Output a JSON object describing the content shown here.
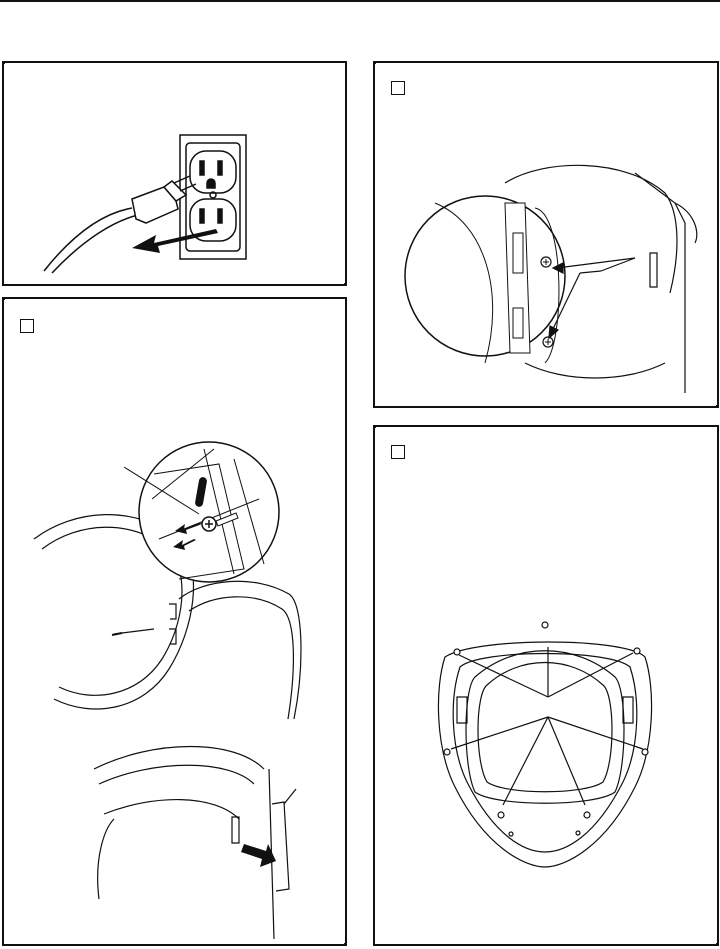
{
  "page": {
    "panels": [
      {
        "id": "unplug-power",
        "has_checkbox": false
      },
      {
        "id": "remove-door-screw",
        "has_checkbox": true,
        "checked": false
      },
      {
        "id": "remove-hinge-screws",
        "has_checkbox": true,
        "checked": false
      },
      {
        "id": "remove-door-liner-screws",
        "has_checkbox": true,
        "checked": false
      }
    ]
  },
  "colors": {
    "line": "#111111",
    "background": "#ffffff",
    "arrow": "#111111"
  },
  "icons": {
    "panel_1": [
      "wall-outlet-illustration",
      "power-plug-illustration",
      "pull-arrow-icon"
    ],
    "panel_2": [
      "magnified-hinge-screw-illustration",
      "dryer-door-illustration",
      "door-lift-arrow-icon"
    ],
    "panel_3": [
      "magnified-hinge-illustration",
      "hinge-screw-callout-arrows"
    ],
    "panel_4": [
      "door-inner-liner-illustration",
      "screw-callout-arrows"
    ]
  }
}
